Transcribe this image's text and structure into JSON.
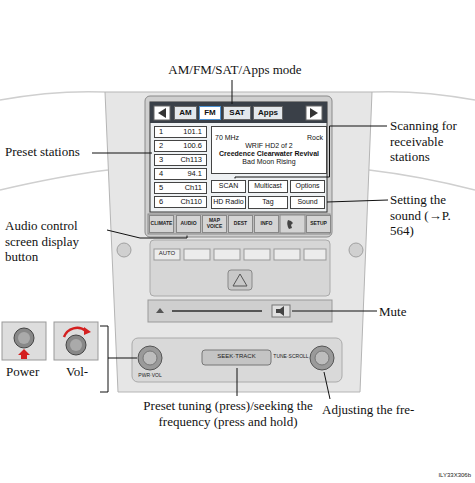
{
  "diagram": {
    "nodes": [
      {
        "text": [
          "AM"
        ]
      },
      {
        "text": [
          "FM"
        ]
      },
      {
        "text": [
          "SAT"
        ]
      },
      {
        "text": [
          "Apps"
        ]
      },
      {
        "text": [
          "1",
          "101.1"
        ]
      },
      {
        "text": [
          "2",
          "100.6"
        ]
      },
      {
        "text": [
          "3",
          "Ch113"
        ]
      },
      {
        "text": [
          "4",
          "94.1"
        ]
      },
      {
        "text": [
          "5",
          "Ch11"
        ]
      },
      {
        "text": [
          "6",
          "Ch110"
        ]
      },
      {
        "text": [
          "70 MHz",
          "Rock",
          "WRIF HD2 of 2",
          "Creedence Clearwater Revival",
          "Bad Moon Rising"
        ]
      },
      {
        "text": [
          "SCAN"
        ]
      },
      {
        "text": [
          "Multicast"
        ]
      },
      {
        "text": [
          "Options"
        ]
      },
      {
        "text": [
          "HD Radio"
        ]
      },
      {
        "text": [
          "Tag"
        ]
      },
      {
        "text": [
          "Sound"
        ]
      },
      {
        "text": [
          "CLIMATE"
        ]
      },
      {
        "text": [
          "AUDIO"
        ]
      },
      {
        "text": [
          "MAP VOICE"
        ]
      },
      {
        "text": [
          "DEST"
        ]
      },
      {
        "text": [
          "INFO"
        ]
      },
      {
        "text": [
          "SETUP"
        ]
      }
    ],
    "labels": [
      "AM/FM/SAT/Apps mode",
      "Scanning for receivable stations",
      "Preset stations",
      "Setting the sound (→P. 564)",
      "Audio control screen display button",
      "AUTO",
      "Mute",
      "Power",
      "Vol-",
      "PWR·VOL",
      "SEEK·TRACK",
      "TUNE·SCROLL",
      "Preset tuning (press)/seeking the frequency (press and hold)",
      "Adjusting the fre-",
      "ILY33X306b"
    ]
  }
}
